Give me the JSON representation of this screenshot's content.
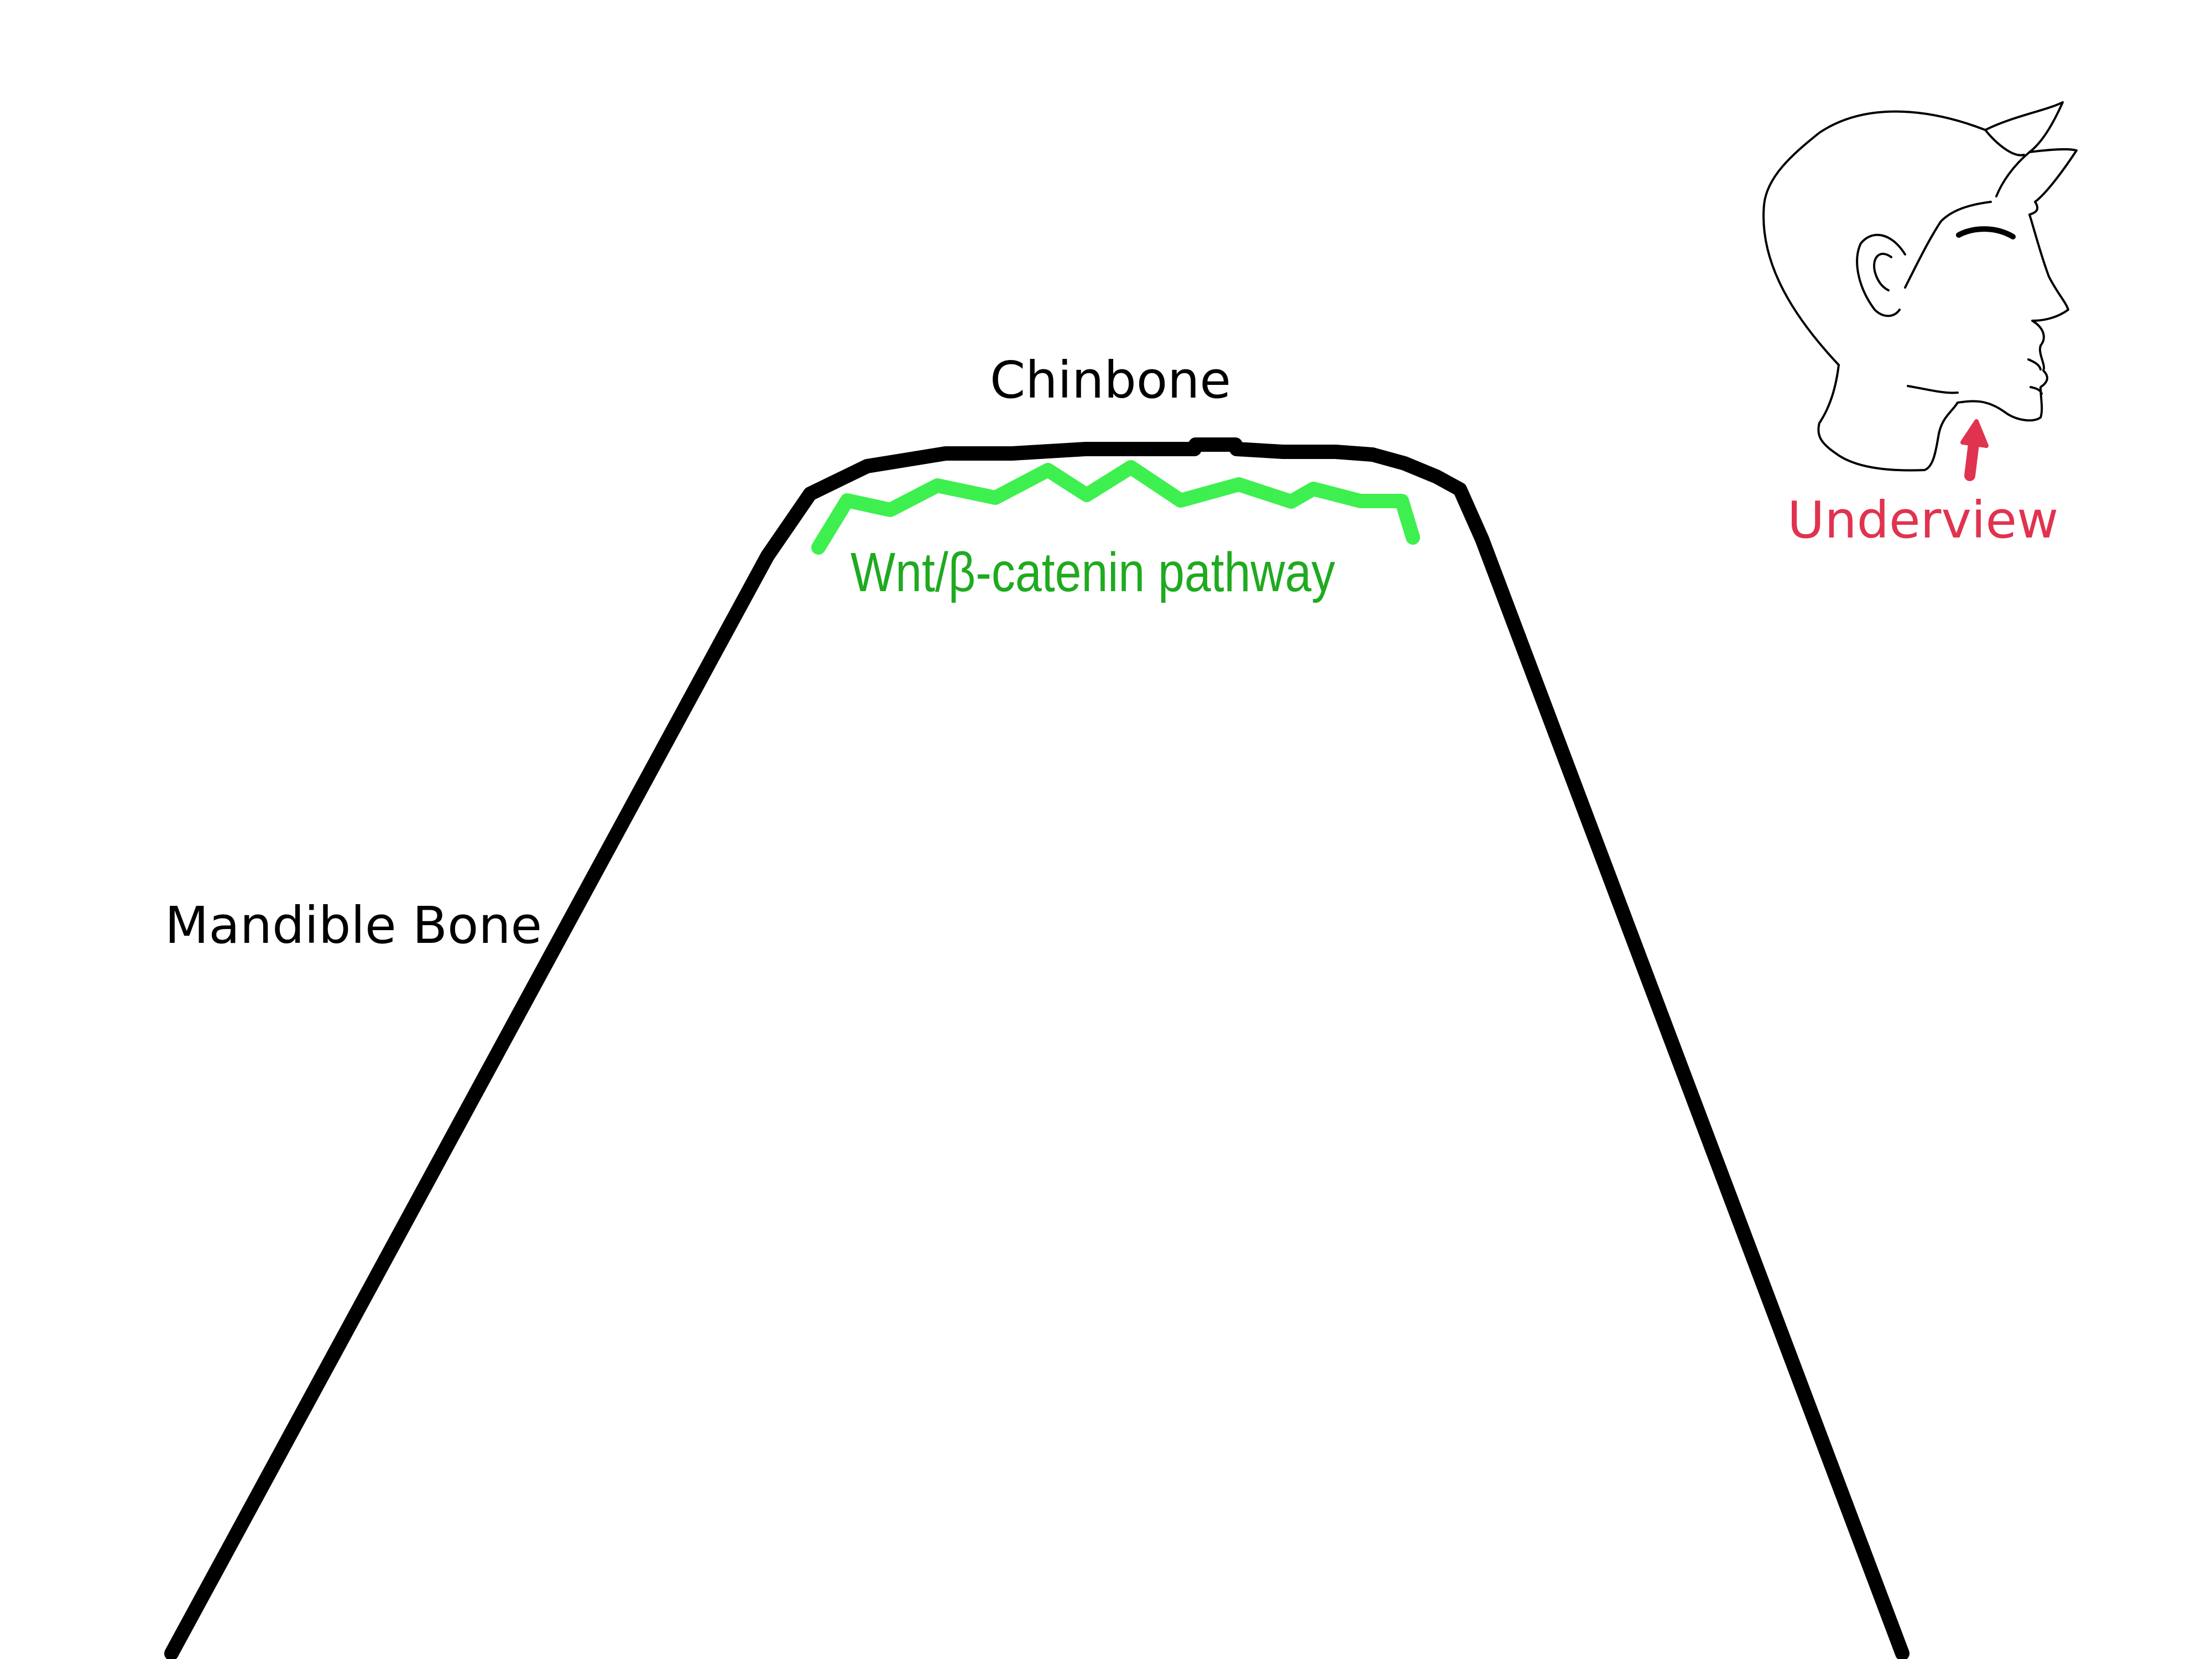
{
  "labels": {
    "chinbone": "Chinbone",
    "mandible": "Mandible Bone",
    "pathway": "Wnt/β-catenin pathway",
    "underview": "Underview"
  },
  "colors": {
    "bone_outline": "#000000",
    "pathway": "#3ef04f",
    "pathway_text": "#1faa1f",
    "underview": "#e0334f",
    "head_outline": "#000000",
    "background": "#ffffff"
  },
  "icons": {
    "head": "head-profile-icon",
    "arrow": "arrow-up-icon"
  }
}
